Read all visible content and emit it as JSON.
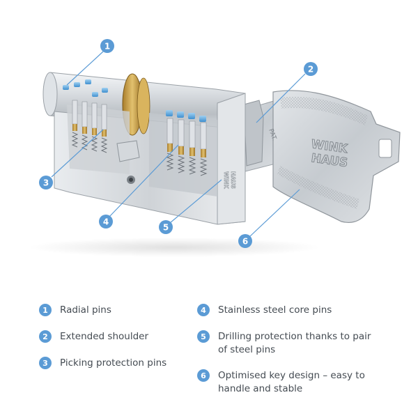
{
  "colors": {
    "badge": "#5b9bd5",
    "leader": "#5b9bd5",
    "text": "#444b52",
    "brass": "#c9a24a",
    "steel": "#c8ccd0"
  },
  "engraving": {
    "brand_line1": "WINK",
    "brand_line2": "HAUS",
    "pat": "PAT."
  },
  "callouts": [
    {
      "number": "1",
      "label": "Radial pins"
    },
    {
      "number": "2",
      "label": "Extended shoulder"
    },
    {
      "number": "3",
      "label": "Picking protection pins"
    },
    {
      "number": "4",
      "label": "Stainless steel core pins"
    },
    {
      "number": "5",
      "label": "Drilling protection thanks to pair of steel pins"
    },
    {
      "number": "6",
      "label": "Optimised key design – easy to handle and stable"
    }
  ]
}
